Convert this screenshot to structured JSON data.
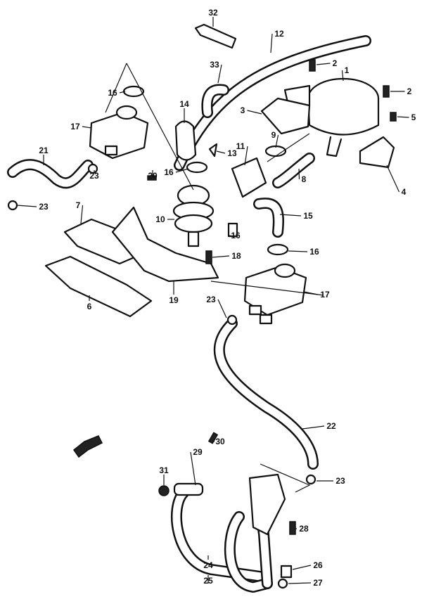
{
  "diagram": {
    "labels": [
      "32",
      "12",
      "33",
      "2",
      "1",
      "2",
      "16",
      "3",
      "14",
      "5",
      "17",
      "9",
      "11",
      "13",
      "21",
      "16",
      "20",
      "23",
      "8",
      "4",
      "23",
      "7",
      "10",
      "15",
      "16",
      "16",
      "18",
      "17",
      "19",
      "6",
      "23",
      "22",
      "30",
      "29",
      "23",
      "31",
      "28",
      "26",
      "24",
      "25",
      "27"
    ],
    "colors": {
      "ink": "#111111",
      "background": "#ffffff"
    },
    "icons": [
      "front-arrow-icon"
    ]
  }
}
